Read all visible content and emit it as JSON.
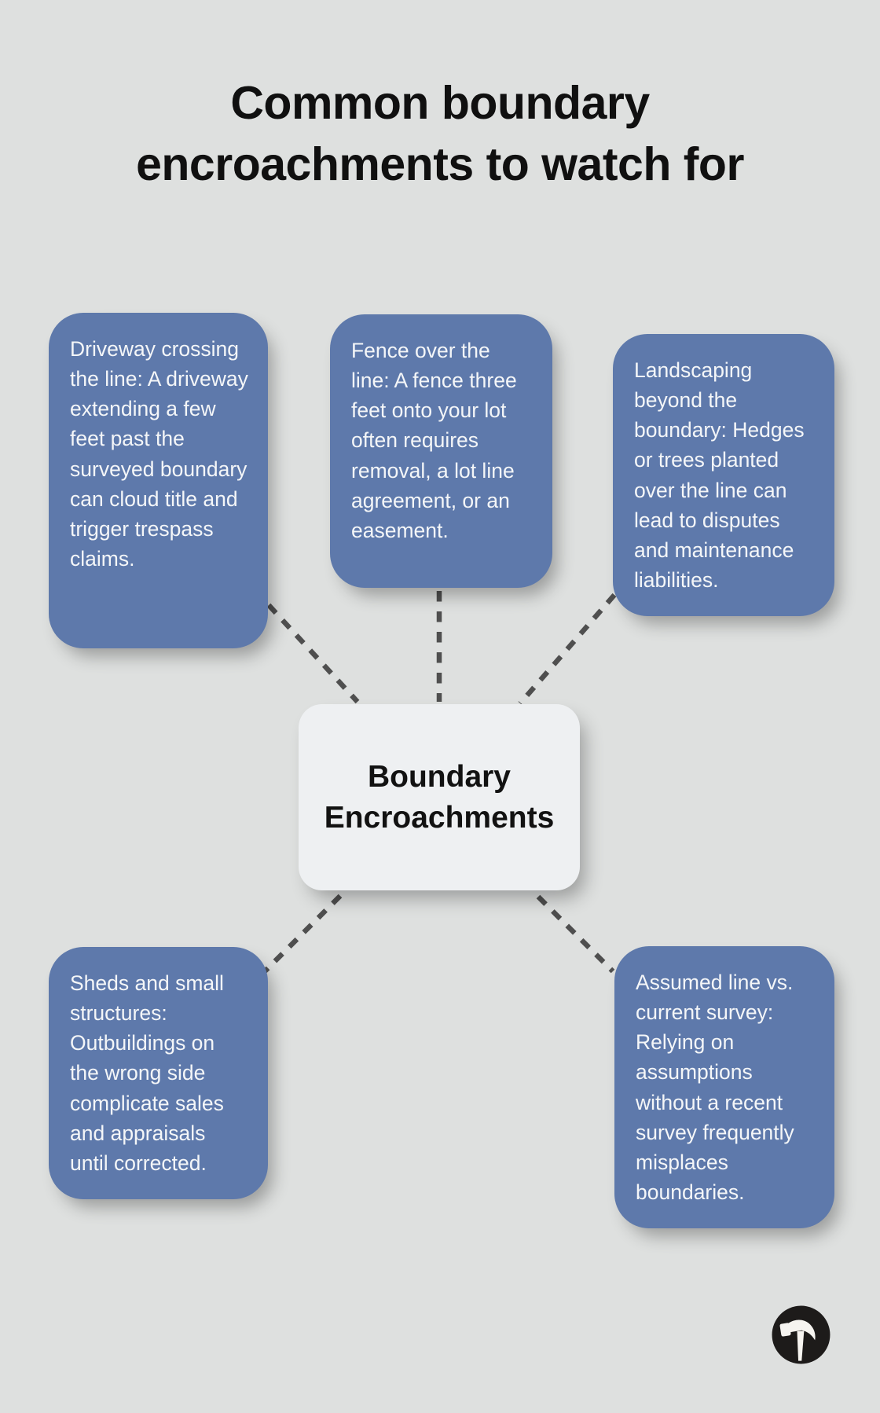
{
  "title": {
    "line1": "Common boundary",
    "line2": "encroachments to watch for"
  },
  "center": {
    "label": "Boundary Encroachments"
  },
  "nodes": [
    {
      "id": "driveway",
      "text": "Driveway crossing the line: A driveway extending a few feet past the surveyed boundary can cloud title and trigger trespass claims."
    },
    {
      "id": "fence",
      "text": "Fence over the line: A fence three feet onto your lot often requires removal, a lot line agreement, or an easement."
    },
    {
      "id": "landscaping",
      "text": "Landscaping beyond the boundary: Hedges or trees planted over the line can lead to disputes and maintenance liabilities."
    },
    {
      "id": "sheds",
      "text": "Sheds and small structures: Outbuildings on the wrong side complicate sales and appraisals until corrected."
    },
    {
      "id": "assumed",
      "text": "Assumed line vs. current survey: Relying on assumptions without a recent survey frequently misplaces boundaries."
    }
  ],
  "icons": {
    "logo": "hammer-logo"
  },
  "colors": {
    "background": "#dee0df",
    "node_fill": "#5e79ab",
    "node_text": "#f4f6f8",
    "center_fill": "#eef0f2",
    "center_text": "#121212",
    "connector": "#4f4f4f",
    "title_text": "#101010",
    "logo_circle": "#1d1b1a",
    "logo_glyph": "#f6f4f0"
  }
}
